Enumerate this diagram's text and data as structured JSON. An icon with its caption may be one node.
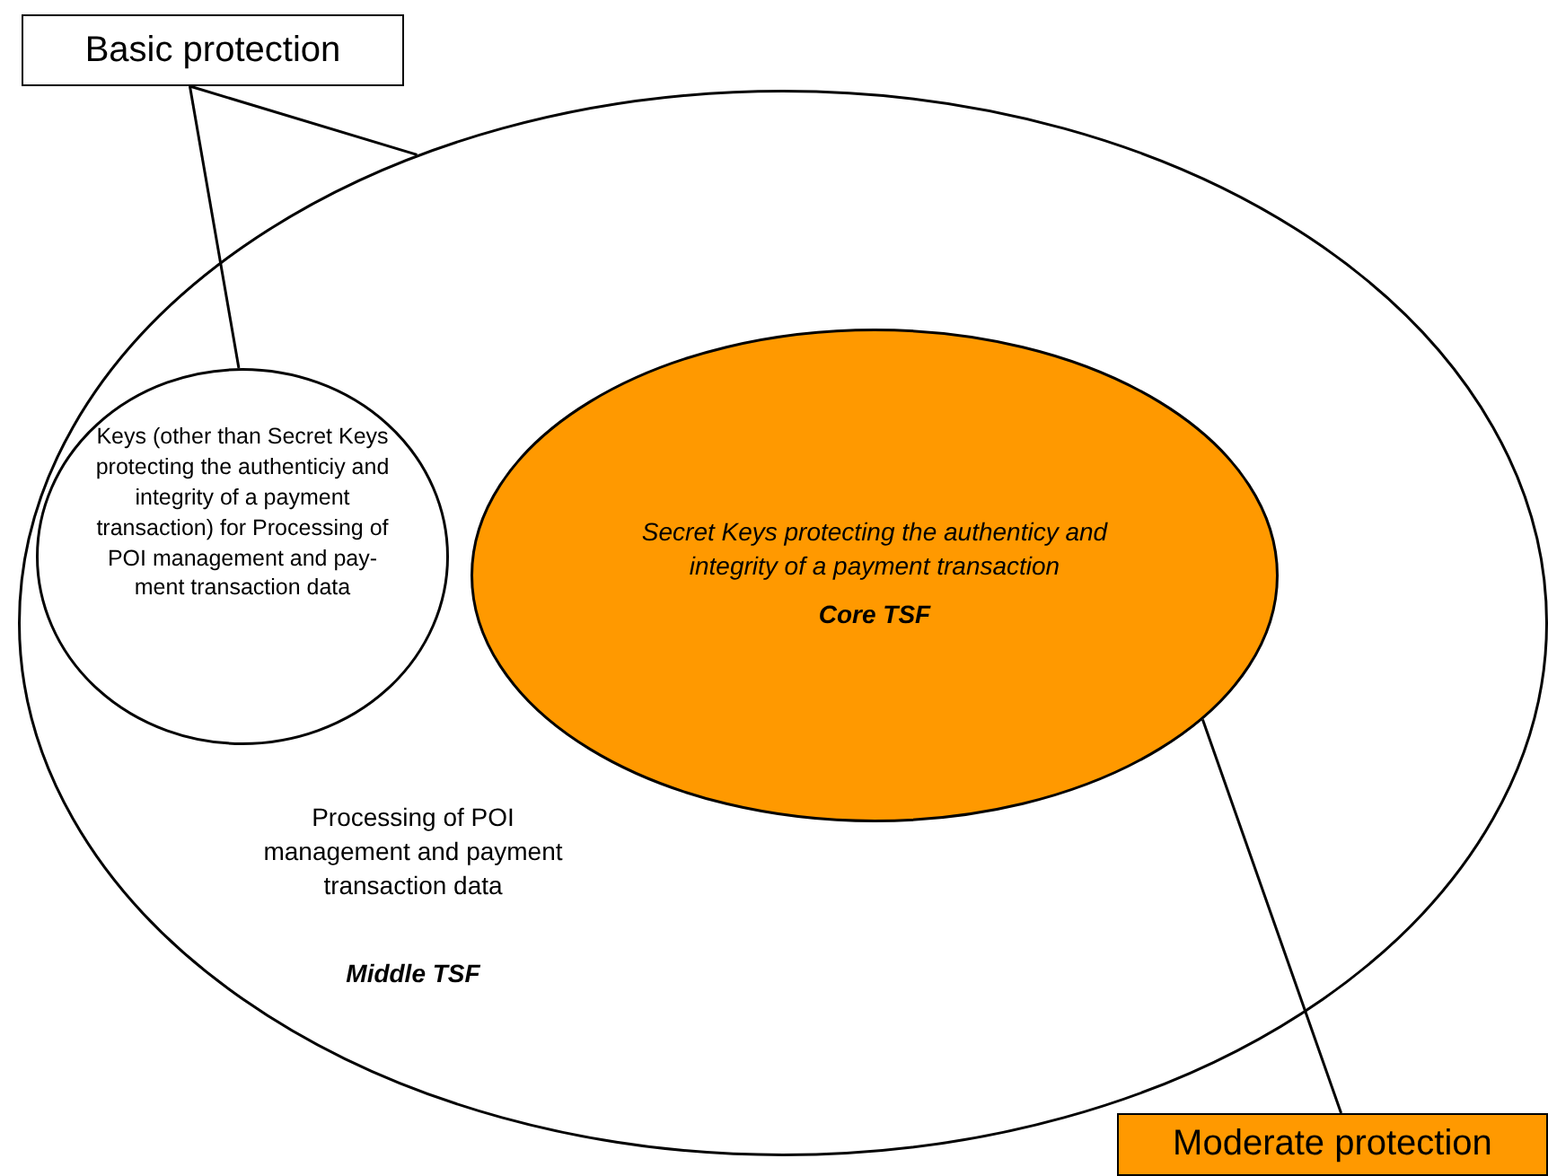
{
  "diagram": {
    "nodes": [
      {
        "text": [
          "Processing of POI management and payment transaction data",
          "Middle TSF"
        ]
      },
      {
        "text": [
          "Keys (other than Secret Keys protecting the authenticiy and integrity of a payment transaction) for Processing of POI management and pay-ment transaction data"
        ],
        "in": 0
      },
      {
        "text": [
          "Secret Keys protecting the authenticy and integrity of a payment transaction",
          "Core TSF"
        ],
        "in": 0
      },
      {
        "text": [
          "Basic protection"
        ]
      },
      {
        "text": [
          "Moderate protection"
        ]
      }
    ],
    "edges": [
      {
        "from": 3,
        "to": 0,
        "arrow": "none"
      },
      {
        "from": 3,
        "to": 1,
        "arrow": "none"
      },
      {
        "from": 4,
        "to": 2,
        "arrow": "none"
      }
    ]
  }
}
